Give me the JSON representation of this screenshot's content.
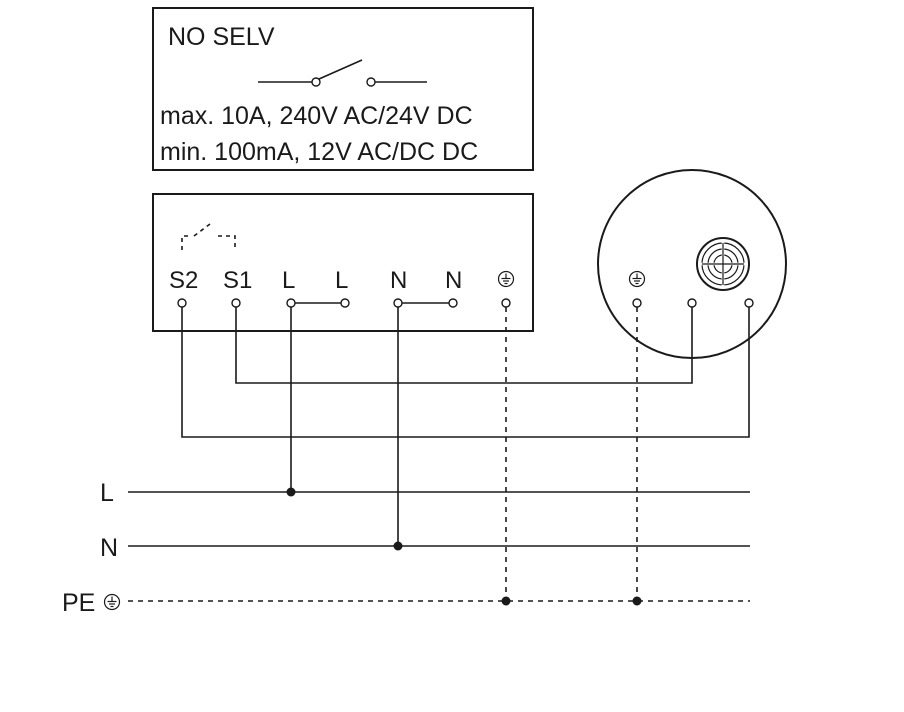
{
  "rating_box": {
    "title": "NO SELV",
    "line1": "max. 10A, 240V AC/24V DC",
    "line2": "min. 100mA, 12V AC/DC DC"
  },
  "controller": {
    "terminals": [
      "S2",
      "S1",
      "L",
      "L",
      "N",
      "N"
    ],
    "earth_symbol": "protective-earth-icon"
  },
  "fixture": {
    "earth_symbol": "protective-earth-icon",
    "icon": "fan-grille-icon"
  },
  "supply": {
    "line_label": "L",
    "neutral_label": "N",
    "earth_label": "PE"
  },
  "colors": {
    "stroke": "#1a1a1a",
    "background": "#ffffff"
  }
}
